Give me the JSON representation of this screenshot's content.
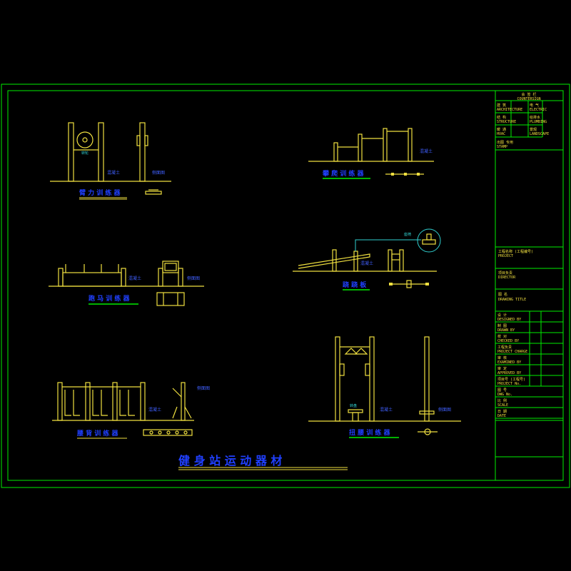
{
  "drawing": {
    "main_title": "健 身 站 运 动 器 材",
    "colors": {
      "frame": "#00ee00",
      "lines": "#f0e040",
      "titles": "#2040ff",
      "labels": "#30d0d0"
    },
    "views": [
      {
        "title": "臂 力 训 练 器",
        "label_a": "混凝土",
        "label_b": "侧面图",
        "note": "转轮"
      },
      {
        "title": "攀 爬 训 练 器",
        "label_a": "混凝土"
      },
      {
        "title": "跑 马 训 练 器",
        "label_a": "混凝土",
        "label_b": "侧面图"
      },
      {
        "title": "跷 跷 板",
        "label_a": "混凝土",
        "note": "座椅"
      },
      {
        "title": "腰 背 训 练 器",
        "label_a": "混凝土",
        "label_b": "侧面图"
      },
      {
        "title": "扭 腰 训 练 器",
        "label_a": "混凝土",
        "label_b": "侧面图",
        "note": "转盘"
      }
    ]
  },
  "title_block": {
    "header": "会 签 栏",
    "header_en": "COUNTERSIGN",
    "sign_rows": [
      {
        "left": "建 筑",
        "left_en": "ARCHITECTURE",
        "right": "电 气",
        "right_en": "ELECTRIC"
      },
      {
        "left": "结 构",
        "left_en": "STRUCTURE",
        "right": "给排水",
        "right_en": "PLUMBING"
      },
      {
        "left": "暖 通",
        "left_en": "HVAC",
        "right": "景观",
        "right_en": "LANDSCAPE"
      }
    ],
    "seal": "出图 专用",
    "seal_en": "STAMP",
    "project_label": "工程名称 (工程编号)",
    "project_label_en": "PROJECT",
    "director_label": "项目负责",
    "director_label_en": "DIRECTOR",
    "drawing_title_label": "图 名",
    "drawing_title_label_en": "DRAWING TITLE",
    "fields": [
      {
        "cn": "设 计",
        "en": "DESIGNED BY"
      },
      {
        "cn": "制 图",
        "en": "DRAWN BY"
      },
      {
        "cn": "校 对",
        "en": "CHECKED BY"
      },
      {
        "cn": "工程负责",
        "en": "PROJECT CHARGE"
      },
      {
        "cn": "审 核",
        "en": "EXAMINED BY"
      },
      {
        "cn": "审 定",
        "en": "APPROVED BY"
      },
      {
        "cn": "项目号 (工程号)",
        "en": "PROJECT No."
      },
      {
        "cn": "图 号",
        "en": "DWG No."
      },
      {
        "cn": "比 例",
        "en": "SCALE"
      },
      {
        "cn": "日 期",
        "en": "DATE"
      }
    ]
  }
}
